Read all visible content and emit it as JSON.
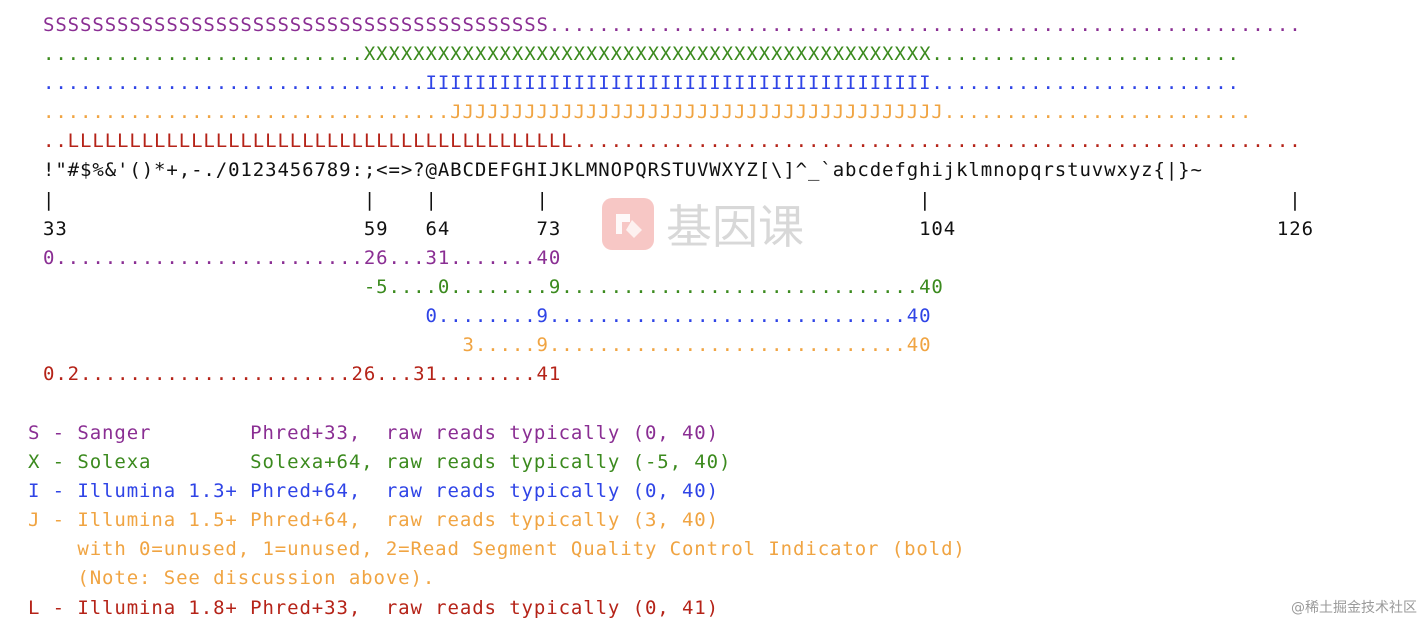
{
  "encoding_rows": [
    {
      "text": "SSSSSSSSSSSSSSSSSSSSSSSSSSSSSSSSSSSSSSSSS.............................................................",
      "color": "#8a2e93"
    },
    {
      "text": "..........................XXXXXXXXXXXXXXXXXXXXXXXXXXXXXXXXXXXXXXXXXXXXXX.........................",
      "color": "#3b8a1e"
    },
    {
      "text": "...............................IIIIIIIIIIIIIIIIIIIIIIIIIIIIIIIIIIIIIIIII.........................",
      "color": "#2f44e6"
    },
    {
      "text": ".................................JJJJJJJJJJJJJJJJJJJJJJJJJJJJJJJJJJJJJJJJ.........................",
      "color": "#f0a442"
    },
    {
      "text": "..LLLLLLLLLLLLLLLLLLLLLLLLLLLLLLLLLLLLLLLLL...........................................................",
      "color": "#b52318"
    }
  ],
  "ascii_line": "!\"#$%&'()*+,-./0123456789:;<=>?@ABCDEFGHIJKLMNOPQRSTUVWXYZ[\\]^_`abcdefghijklmnopqrstuvwxyz{|}~",
  "tick_line": "|                         |    |        |                              |                             |",
  "number_line": "33                        59   64       73                             104                          126",
  "score_rows": [
    {
      "text": "0.........................26...31.......40",
      "color": "#8a2e93"
    },
    {
      "text": "                          -5....0........9.............................40",
      "color": "#3b8a1e"
    },
    {
      "text": "                               0........9.............................40",
      "color": "#2f44e6"
    },
    {
      "text": "                                  3.....9.............................40",
      "color": "#f0a442"
    },
    {
      "text": "0.2......................26...31........41",
      "color": "#b52318"
    }
  ],
  "legend": [
    {
      "text": "S - Sanger        Phred+33,  raw reads typically (0, 40)",
      "color": "#8a2e93"
    },
    {
      "text": "X - Solexa        Solexa+64, raw reads typically (-5, 40)",
      "color": "#3b8a1e"
    },
    {
      "text": "I - Illumina 1.3+ Phred+64,  raw reads typically (0, 40)",
      "color": "#2f44e6"
    },
    {
      "text": "J - Illumina 1.5+ Phred+64,  raw reads typically (3, 40)",
      "color": "#f0a442"
    },
    {
      "text": "    with 0=unused, 1=unused, 2=Read Segment Quality Control Indicator (bold)",
      "color": "#f0a442"
    },
    {
      "text": "    (Note: See discussion above).",
      "color": "#f0a442"
    },
    {
      "text": "L - Illumina 1.8+ Phred+33,  raw reads typically (0, 41)",
      "color": "#b52318"
    }
  ],
  "watermark": {
    "logo_icon": "jiyinke-logo-icon",
    "logo_color": "#f29a96",
    "text": "基因课"
  },
  "corner_watermark": "@稀土掘金技术社区"
}
